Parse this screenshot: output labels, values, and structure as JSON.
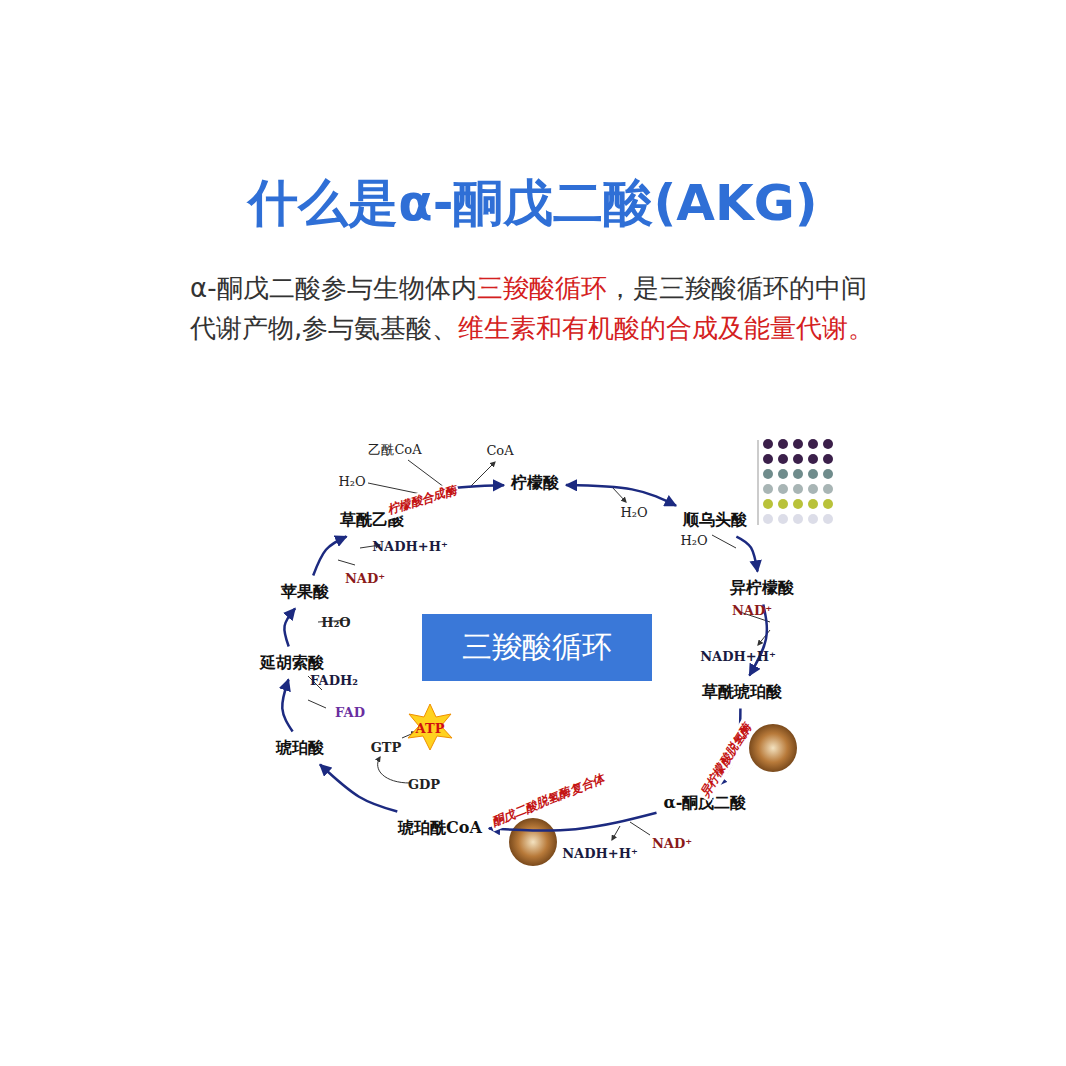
{
  "diagram": {
    "title": "什么是α-酮戊二酸(AKG)",
    "nodes": [
      {
        "text": [
          "柠檬酸"
        ]
      },
      {
        "text": [
          "顺乌头酸"
        ]
      },
      {
        "text": [
          "异柠檬酸"
        ]
      },
      {
        "text": [
          "草酰琥珀酸"
        ]
      },
      {
        "text": [
          "α-酮戊二酸"
        ]
      },
      {
        "text": [
          "琥珀酰CoA"
        ]
      },
      {
        "text": [
          "琥珀酸"
        ]
      },
      {
        "text": [
          "延胡索酸"
        ]
      },
      {
        "text": [
          "苹果酸"
        ]
      },
      {
        "text": [
          "草酰乙酸"
        ]
      },
      {
        "text": [
          "三羧酸循环"
        ]
      }
    ],
    "edges": [
      {
        "from": 9,
        "to": 0,
        "arrow": "to",
        "label": "柠檬酸合成酶"
      },
      {
        "from": 0,
        "to": 1,
        "arrow": "both"
      },
      {
        "from": 1,
        "to": 2,
        "arrow": "to"
      },
      {
        "from": 2,
        "to": 3,
        "arrow": "to"
      },
      {
        "from": 3,
        "to": 4,
        "arrow": "to",
        "label": "异柠檬酸脱氢酶"
      },
      {
        "from": 4,
        "to": 5,
        "arrow": "to",
        "label": "酮戊二酸脱氢酶复合体"
      },
      {
        "from": 5,
        "to": 6,
        "arrow": "to"
      },
      {
        "from": 6,
        "to": 7,
        "arrow": "to"
      },
      {
        "from": 7,
        "to": 8,
        "arrow": "to"
      },
      {
        "from": 8,
        "to": 9,
        "arrow": "to"
      }
    ],
    "labels": [
      "α-酮戊二酸参与生物体内",
      "三羧酸循环",
      "，是三羧酸循环的中间代谢产物,参与氨基酸、",
      "维生素和有机酸的合成及能量代谢。",
      "乙酰CoA",
      "CoA",
      "H₂O",
      "H₂O",
      "H₂O",
      "NAD⁺",
      "NADH+H⁺",
      "H₂O",
      "FADH₂",
      "FAD",
      "ATP",
      "GTP",
      "GDP",
      "NADH+H⁺",
      "NAD⁺",
      "NAD⁺",
      "NADH+H⁺"
    ]
  }
}
